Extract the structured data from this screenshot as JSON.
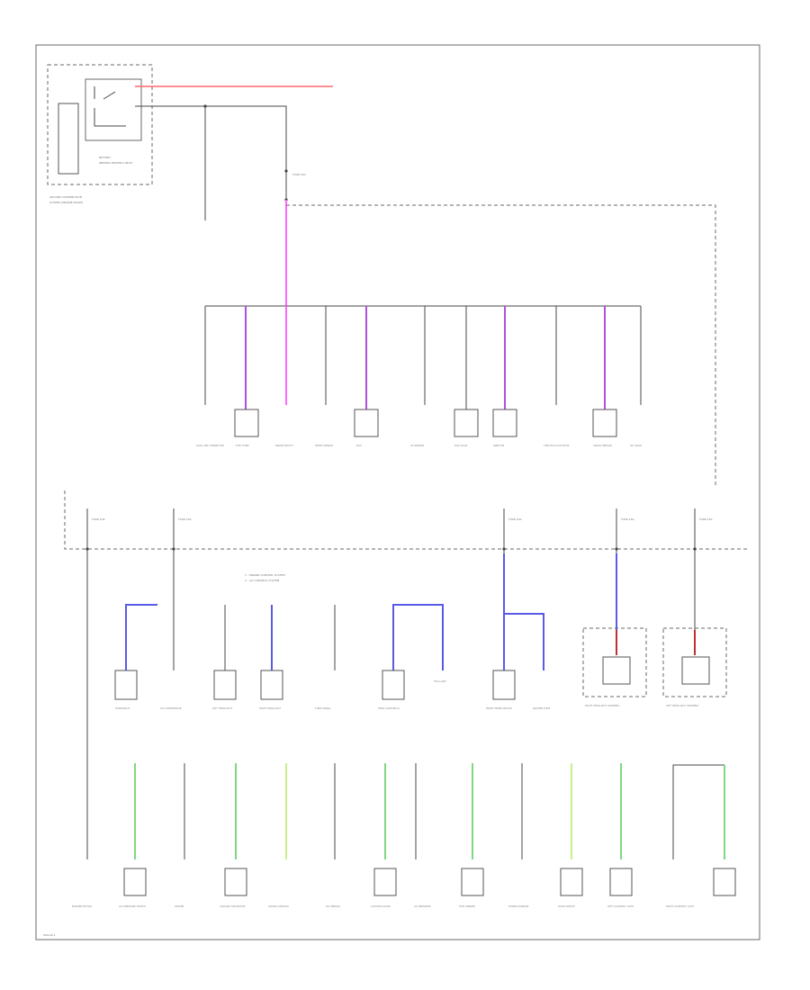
{
  "diagram_id": "W0190-1",
  "power_block": {
    "label_lines": [
      "GROUND DISTRIBUTION",
      "SYSTEM (ENGINE ROOM)"
    ],
    "battery_label_lines": [
      "BATTERY",
      "(BEHIND DRIVER'S SEAT)"
    ]
  },
  "mid_note": [
    "1 : ENGINE CONTROL SYSTEM",
    "2 : A/T CONTROL SYSTEM"
  ],
  "fuse_labels": [
    "FUSE 15A",
    "FUSE 10A",
    "FUSE 10A",
    "FUSE 10A",
    "FUSE 15A",
    "FUSE 15A"
  ],
  "top_components": [
    "DATA LINK CONNECTOR",
    "FUEL PUMP",
    "BRAKE SWITCH",
    "SPEED SENSOR",
    "ECM",
    "O2 SENSOR",
    "EGR VALVE",
    "INJECTOR",
    "THROTTLE ACTUATOR",
    "KNOCK SENSOR",
    "IAC VALVE"
  ],
  "mid_components": [
    "HORN RELAY",
    "A/C COMPRESSOR",
    "LEFT HEADLIGHT",
    "RIGHT HEADLIGHT",
    "TURN SIGNAL",
    "HEAD LAMP RELAY",
    "FOG LAMP",
    "FRONT WIPER MOTOR",
    "WASHER PUMP",
    "RIGHT HEADLIGHT ASSEMBLY",
    "LEFT HEADLIGHT ASSEMBLY"
  ],
  "bottom_components": [
    "BLOWER MOTOR",
    "A/C PRESSURE SWITCH",
    "HEATER",
    "COOLING FAN MOTOR",
    "CRUISE CONTROL",
    "OIL SENSOR",
    "CLUSTER GAUGE",
    "OIL PRESSURE",
    "FUEL SENDER",
    "POWER WINDOW",
    "DOOR SWITCH",
    "LEFT COURTESY LIGHT",
    "RIGHT COURTESY LIGHT"
  ],
  "colors": {
    "frame": "#6a6a6a",
    "wire": "#4a4a4a",
    "pink": "#ff66ff",
    "violet": "#b04fe0",
    "blue": "#5a5ae8",
    "green": "#7fd87f",
    "lime": "#c8f08a",
    "red": "#ff6a6a",
    "dark_red": "#c03030"
  }
}
